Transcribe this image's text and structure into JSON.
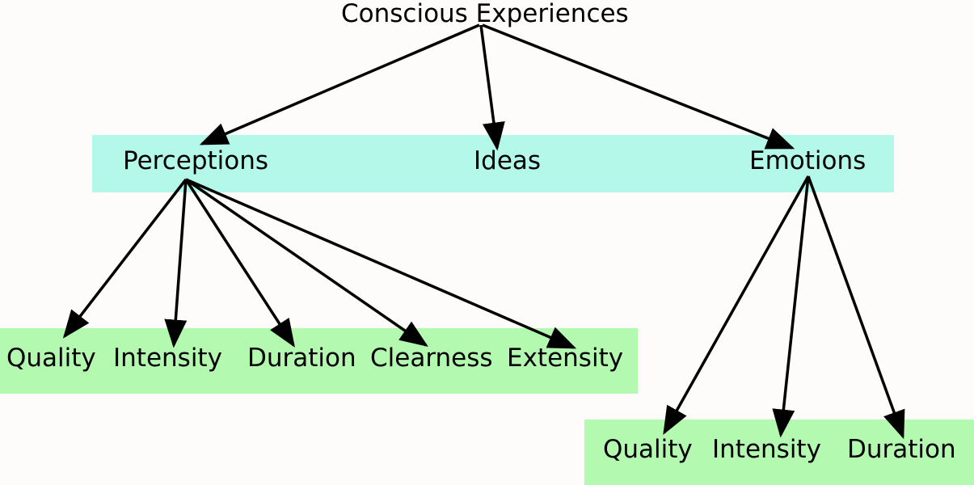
{
  "colors": {
    "level1_band": "#b4f8ea",
    "level2_band": "#b3f9b0",
    "arrow": "#000000",
    "background": "#fdfcfa"
  },
  "root": {
    "label": "Conscious Experiences"
  },
  "level1": [
    {
      "label": "Perceptions"
    },
    {
      "label": "Ideas"
    },
    {
      "label": "Emotions"
    }
  ],
  "perception_attributes": [
    {
      "label": "Quality"
    },
    {
      "label": "Intensity"
    },
    {
      "label": "Duration"
    },
    {
      "label": "Clearness"
    },
    {
      "label": "Extensity"
    }
  ],
  "emotion_attributes": [
    {
      "label": "Quality"
    },
    {
      "label": "Intensity"
    },
    {
      "label": "Duration"
    }
  ]
}
